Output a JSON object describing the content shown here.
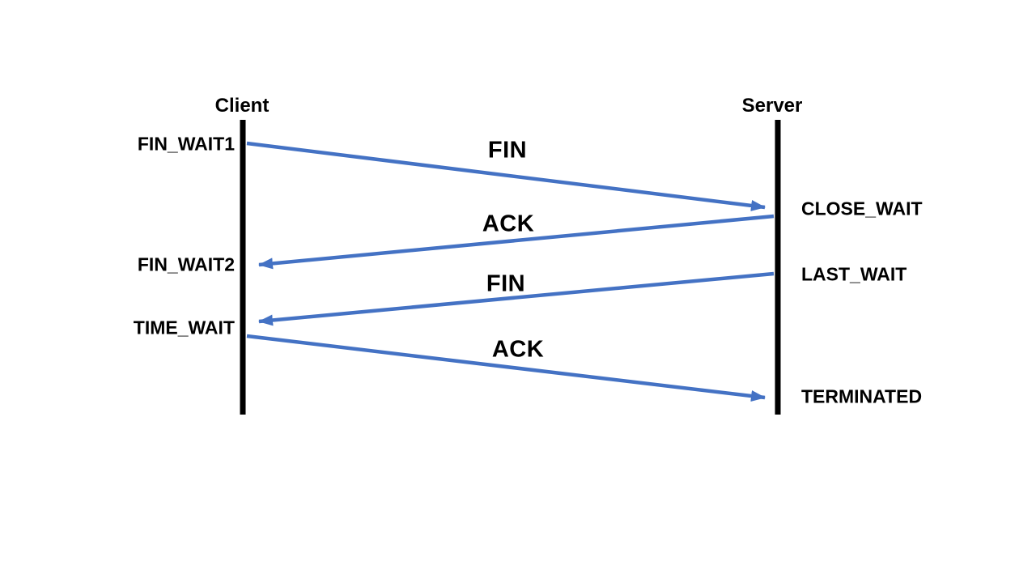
{
  "diagram": {
    "type": "sequence-diagram",
    "topic": "TCP connection termination (4-way handshake)",
    "accent_color": "#4472C4",
    "lifeline_color": "#000000",
    "client_label": "Client",
    "server_label": "Server",
    "client_states": [
      "FIN_WAIT1",
      "FIN_WAIT2",
      "TIME_WAIT"
    ],
    "server_states": [
      "CLOSE_WAIT",
      "LAST_WAIT",
      "TERMINATED"
    ],
    "messages": [
      {
        "label": "FIN",
        "from": "Client",
        "to": "Server"
      },
      {
        "label": "ACK",
        "from": "Server",
        "to": "Client"
      },
      {
        "label": "FIN",
        "from": "Server",
        "to": "Client"
      },
      {
        "label": "ACK",
        "from": "Client",
        "to": "Server"
      }
    ]
  }
}
